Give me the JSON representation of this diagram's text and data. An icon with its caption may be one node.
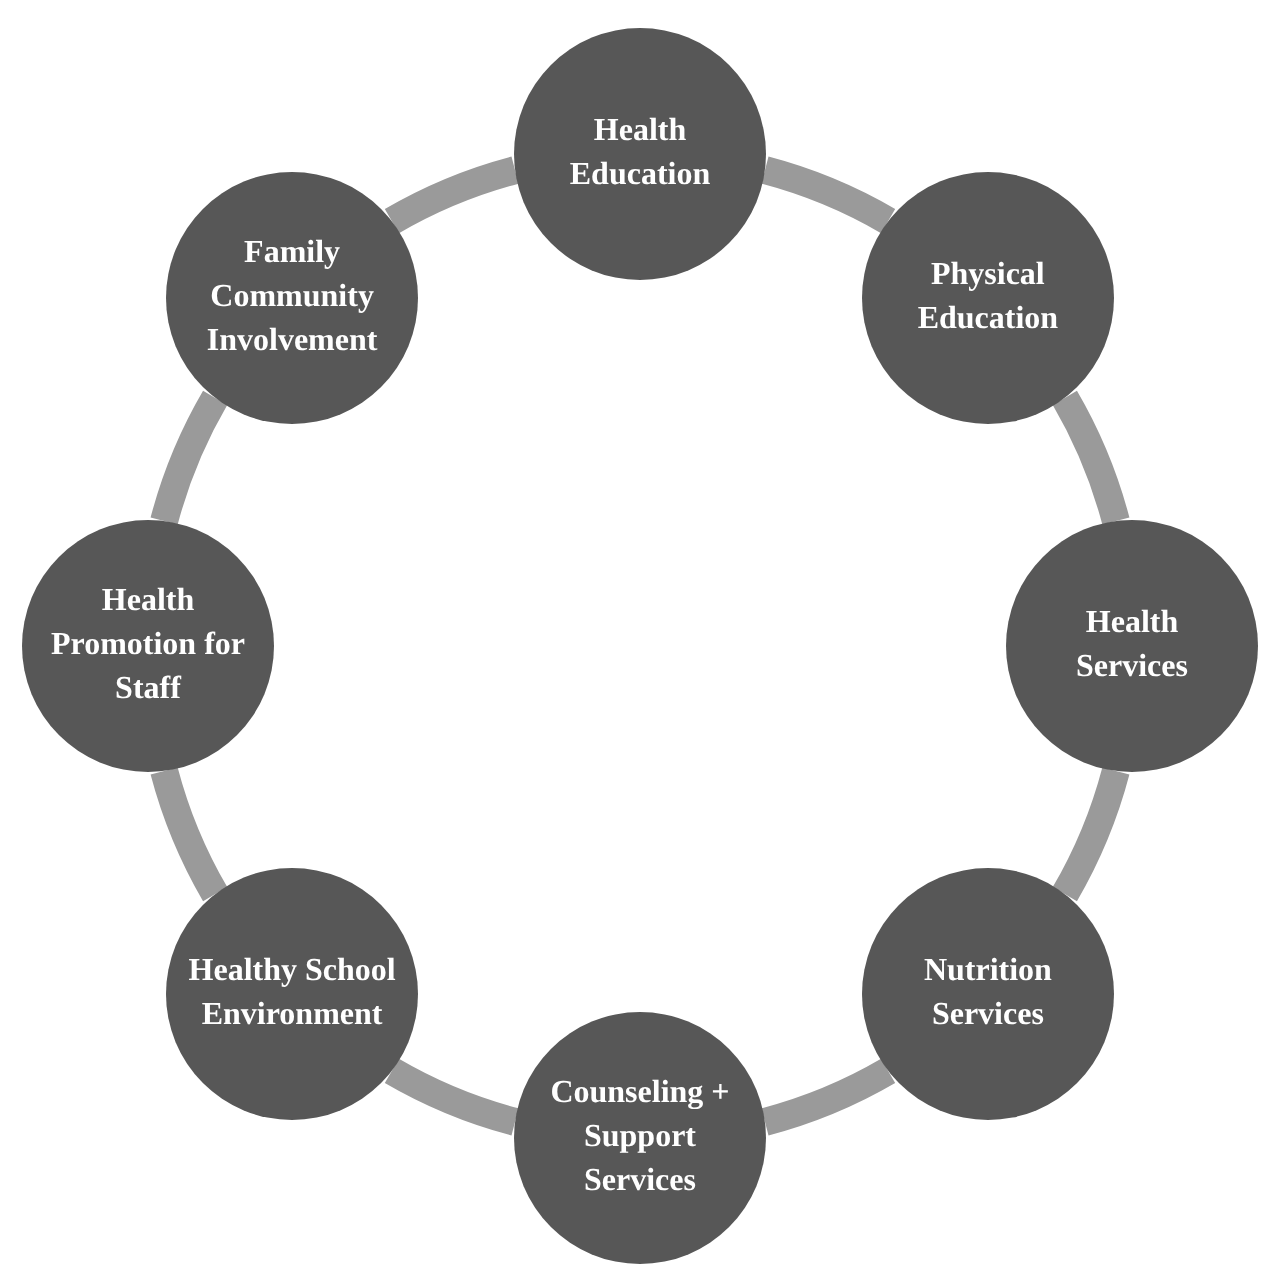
{
  "diagram": {
    "nodes": [
      {
        "text": [
          "Health Education"
        ]
      },
      {
        "text": [
          "Physical Education"
        ]
      },
      {
        "text": [
          "Health Services"
        ]
      },
      {
        "text": [
          "Nutrition Services"
        ]
      },
      {
        "text": [
          "Counseling + Support Services"
        ]
      },
      {
        "text": [
          "Healthy School Environment"
        ]
      },
      {
        "text": [
          "Health Promotion for Staff"
        ]
      },
      {
        "text": [
          "Family Community Involvement"
        ]
      }
    ],
    "edges": [
      {
        "from": 0,
        "to": 1,
        "arrow": "none"
      },
      {
        "from": 1,
        "to": 2,
        "arrow": "none"
      },
      {
        "from": 2,
        "to": 3,
        "arrow": "none"
      },
      {
        "from": 3,
        "to": 4,
        "arrow": "none"
      },
      {
        "from": 4,
        "to": 5,
        "arrow": "none"
      },
      {
        "from": 5,
        "to": 6,
        "arrow": "none"
      },
      {
        "from": 6,
        "to": 7,
        "arrow": "none"
      },
      {
        "from": 7,
        "to": 0,
        "arrow": "none"
      }
    ]
  }
}
